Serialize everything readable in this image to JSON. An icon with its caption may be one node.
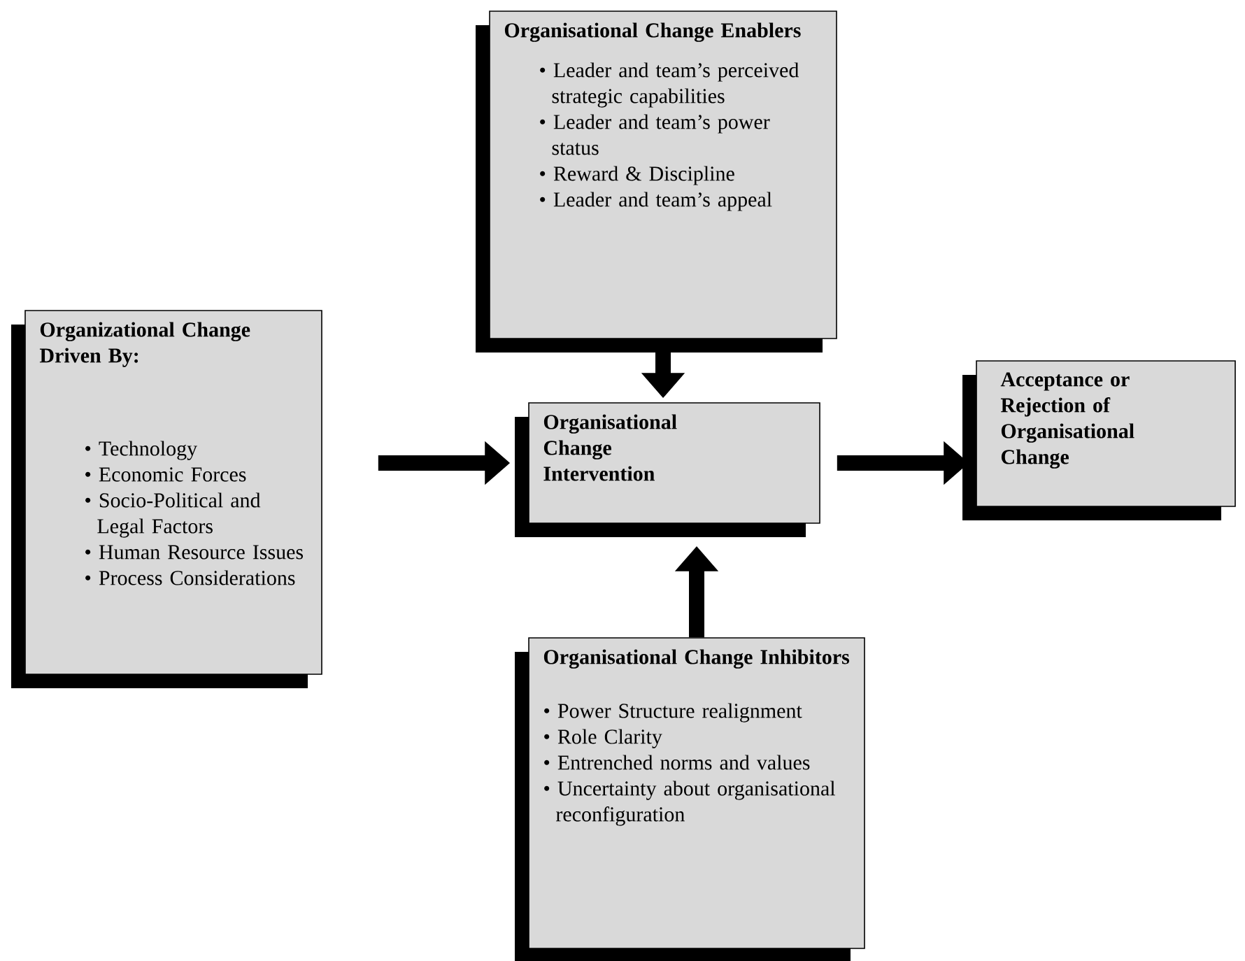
{
  "diagram": {
    "nodes": [
      {
        "text": [
          "Organizational Change Driven By:",
          "• Technology",
          "• Economic Forces",
          "• Socio-Political and Legal Factors",
          "• Human Resource Issues",
          "• Process Considerations"
        ]
      },
      {
        "text": [
          "Organisational Change Enablers",
          "• Leader and team’s perceived strategic capabilities",
          "• Leader and team’s power status",
          "• Reward & Discipline",
          "• Leader and team’s appeal"
        ]
      },
      {
        "text": [
          "Organisational Change Intervention"
        ]
      },
      {
        "text": [
          "Acceptance or Rejection of Organisational Change"
        ]
      },
      {
        "text": [
          "Organisational Change Inhibitors",
          "• Power Structure realignment",
          "• Role Clarity",
          "• Entrenched norms and values",
          "• Uncertainty about organisational reconfiguration"
        ]
      }
    ],
    "edges": [
      {
        "from": 0,
        "to": 2,
        "arrow": "to"
      },
      {
        "from": 1,
        "to": 2,
        "arrow": "to"
      },
      {
        "from": 4,
        "to": 2,
        "arrow": "to"
      },
      {
        "from": 2,
        "to": 3,
        "arrow": "to"
      }
    ]
  }
}
